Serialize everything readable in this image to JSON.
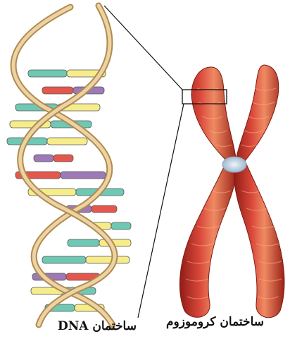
{
  "labels": {
    "dna": "ساختمان DNA",
    "chromosome": "ساختمان کروموزوم"
  },
  "colors": {
    "backbone": "#d9b985",
    "backbone_dark": "#b18a4f",
    "base_yellow": "#f6ec8a",
    "base_teal": "#6fc8b4",
    "base_red": "#e4574d",
    "base_purple": "#9d79b6",
    "chromatid": "#c5342a",
    "chromatid_dark": "#8f1d16",
    "chromatid_light": "#ef8a63",
    "centromere": "#b9d3e6"
  },
  "icons": [
    "dna-double-helix",
    "chromosome",
    "zoom-box"
  ],
  "base_pairs": [
    [
      "teal",
      "yellow"
    ],
    [
      "red",
      "purple"
    ],
    [
      "teal",
      "yellow"
    ],
    [
      "yellow",
      "teal"
    ],
    [
      "teal",
      "yellow"
    ],
    [
      "purple",
      "red"
    ],
    [
      "red",
      "purple"
    ],
    [
      "yellow",
      "teal"
    ],
    [
      "purple",
      "red"
    ],
    [
      "yellow",
      "teal"
    ],
    [
      "teal",
      "yellow"
    ],
    [
      "teal",
      "yellow"
    ],
    [
      "purple",
      "red"
    ],
    [
      "yellow",
      "teal"
    ],
    [
      "teal",
      "yellow"
    ]
  ]
}
